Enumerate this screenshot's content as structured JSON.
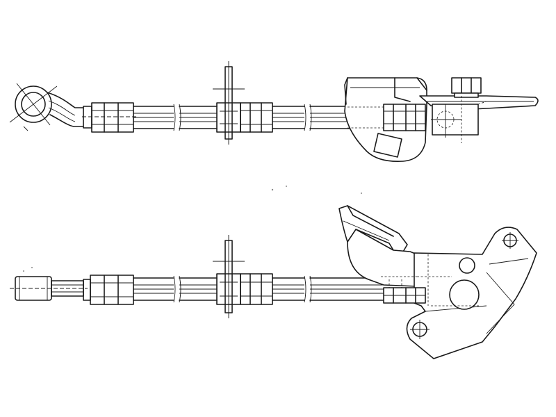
{
  "drawing": {
    "views": [
      {
        "id": "upper",
        "parts": [
          "banjo-fitting",
          "hose-ferrule",
          "hose",
          "mounting-clip",
          "hose-ferrule",
          "mounting-bracket",
          "bolt"
        ]
      },
      {
        "id": "lower",
        "parts": [
          "tube-end-fitting",
          "hose-ferrule",
          "hose",
          "mounting-clip",
          "hose-ferrule",
          "mounting-bracket"
        ]
      }
    ],
    "colors": {
      "line": "#1a1a1a",
      "background": "#ffffff"
    }
  }
}
